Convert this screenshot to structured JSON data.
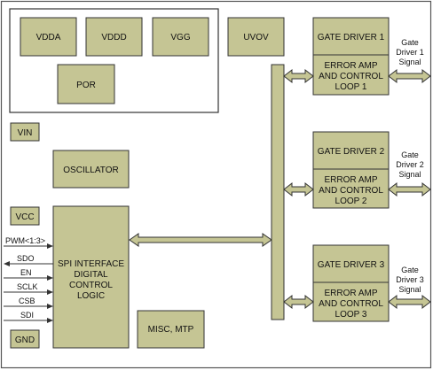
{
  "blocks": {
    "vdda": "VDDA",
    "vddd": "VDDD",
    "vgg": "VGG",
    "uvov": "UVOV",
    "por": "POR",
    "vin": "VIN",
    "oscillator": "OSCILLATOR",
    "vcc": "VCC",
    "spi": [
      "SPI INTERFACE",
      "DIGITAL",
      "CONTROL",
      "LOGIC"
    ],
    "misc": "MISC, MTP",
    "gnd": "GND"
  },
  "channels": [
    {
      "gate_driver": "GATE DRIVER 1",
      "error_amp": [
        "ERROR AMP",
        "AND CONTROL",
        "LOOP 1"
      ],
      "signal": [
        "Gate",
        "Driver 1",
        "Signal"
      ]
    },
    {
      "gate_driver": "GATE DRIVER 2",
      "error_amp": [
        "ERROR AMP",
        "AND CONTROL",
        "LOOP 2"
      ],
      "signal": [
        "Gate",
        "Driver 2",
        "Signal"
      ]
    },
    {
      "gate_driver": "GATE DRIVER 3",
      "error_amp": [
        "ERROR AMP",
        "AND CONTROL",
        "LOOP 3"
      ],
      "signal": [
        "Gate",
        "Driver 3",
        "Signal"
      ]
    }
  ],
  "pins": {
    "pwm": "PWM<1:3>",
    "sdo": "SDO",
    "en": "EN",
    "sclk": "SCLK",
    "csb": "CSB",
    "sdi": "SDI"
  },
  "colors": {
    "block_fill": "#c5c594",
    "outline": "#333333"
  }
}
